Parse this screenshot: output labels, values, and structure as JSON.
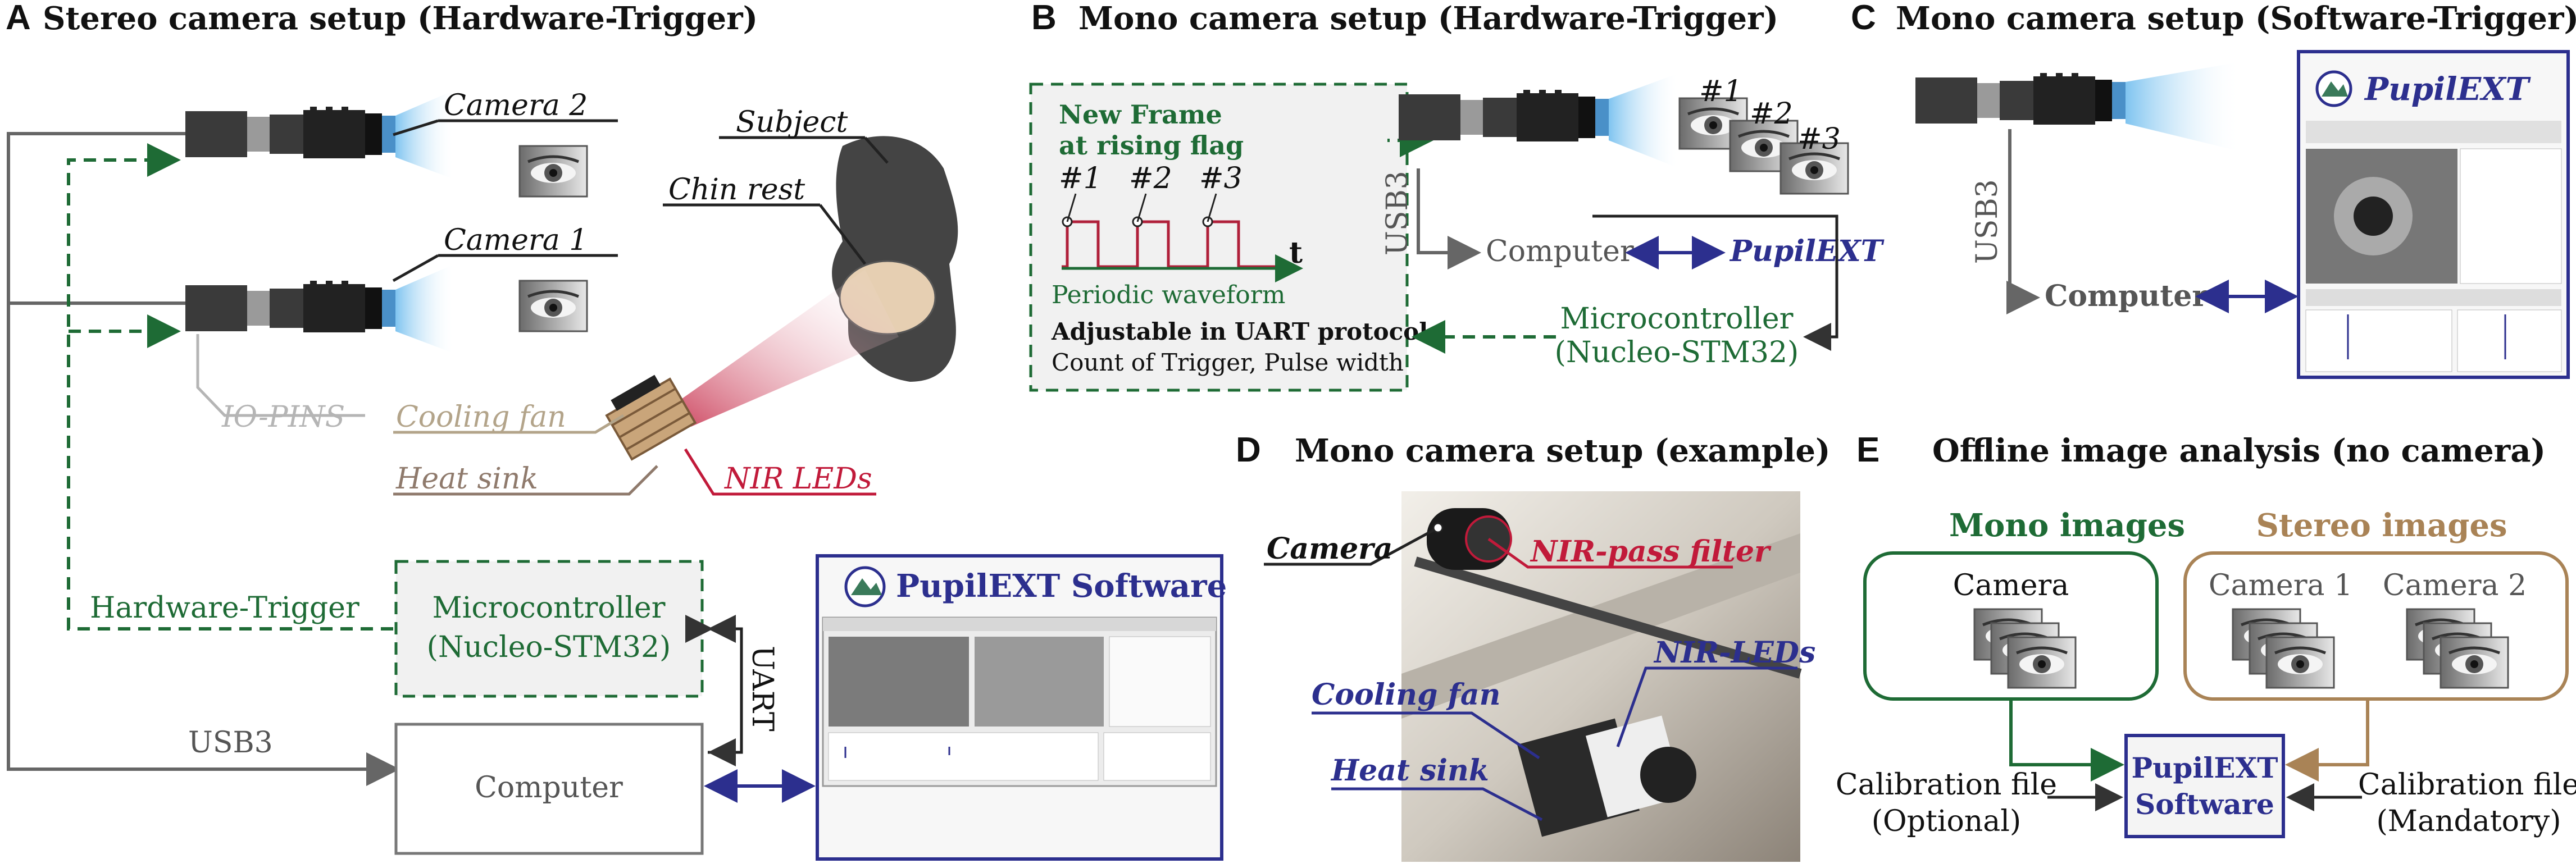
{
  "colors": {
    "green": "#1e6b35",
    "blue": "#2c2f8e",
    "tan": "#a98356",
    "gray": "#555555",
    "red": "#c11a3a",
    "waveform": "#b0203a"
  },
  "panel_a": {
    "letter": "A",
    "title": "Stereo camera setup (Hardware-Trigger)",
    "camera2": "Camera 2",
    "camera1": "Camera 1",
    "subject": "Subject",
    "chin_rest": "Chin rest",
    "io_pins": "IO-PINS",
    "cooling_fan": "Cooling fan",
    "heat_sink": "Heat sink",
    "nir_leds": "NIR LEDs",
    "hardware_trigger": "Hardware-Trigger",
    "microcontroller": "Microcontroller",
    "microcontroller_model": "(Nucleo-STM32)",
    "uart": "UART",
    "usb3": "USB3",
    "computer": "Computer",
    "software_title": "PupilEXT Software"
  },
  "panel_b": {
    "letter": "B",
    "title": "Mono camera setup (Hardware-Trigger)",
    "new_frame_1": "New Frame",
    "new_frame_2": "at rising flag",
    "pulse_1": "#1",
    "pulse_2": "#2",
    "pulse_3": "#3",
    "t": "t",
    "waveform": "Periodic waveform",
    "adjustable": "Adjustable in UART protocol:",
    "count": "Count of Trigger, Pulse width",
    "usb3": "USB3",
    "computer": "Computer",
    "pupilext": "PupilEXT",
    "microcontroller": "Microcontroller",
    "microcontroller_model": "(Nucleo-STM32)",
    "frame_1": "#1",
    "frame_2": "#2",
    "frame_3": "#3"
  },
  "panel_c": {
    "letter": "C",
    "title": "Mono camera setup (Software-Trigger)",
    "usb3": "USB3",
    "computer": "Computer",
    "software_title": "PupilEXT"
  },
  "panel_d": {
    "letter": "D",
    "title": "Mono camera setup (example)",
    "camera": "Camera",
    "nir_filter": "NIR-pass filter",
    "nir_leds": "NIR-LEDs",
    "cooling_fan": "Cooling fan",
    "heat_sink": "Heat sink"
  },
  "panel_e": {
    "letter": "E",
    "title": "Offline image analysis (no camera)",
    "mono": "Mono images",
    "stereo": "Stereo images",
    "camera": "Camera",
    "camera1": "Camera 1",
    "camera2": "Camera 2",
    "software_1": "PupilEXT",
    "software_2": "Software",
    "calib_left": "Calibration file",
    "calib_left_note": "(Optional)",
    "calib_right": "Calibration file",
    "calib_right_note": "(Mandatory)"
  }
}
